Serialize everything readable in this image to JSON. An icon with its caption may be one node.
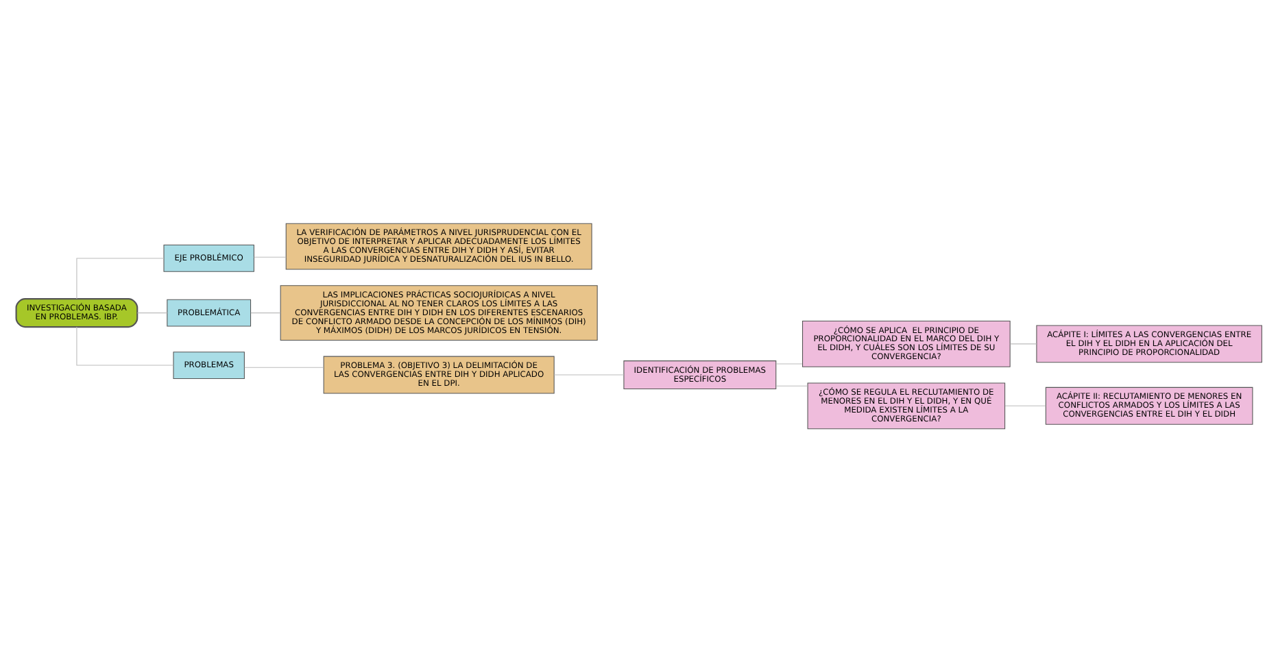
{
  "diagram": {
    "nodes": [
      {
        "text": [
          "INVESTIGACIÓN BASADA EN PROBLEMAS. IBP."
        ]
      },
      {
        "text": [
          "EJE PROBLÉMICO"
        ]
      },
      {
        "text": [
          "PROBLEMÁTICA"
        ]
      },
      {
        "text": [
          "PROBLEMAS"
        ]
      },
      {
        "text": [
          "LA VERIFICACIÓN DE PARÁMETROS A NIVEL JURISPRUDENCIAL CON EL OBJETIVO DE INTERPRETAR Y APLICAR ADECUADAMENTE LOS LÍMITES A LAS CONVERGENCIAS ENTRE DIH Y DIDH Y ASÍ, EVITAR INSEGURIDAD JURÍDICA Y DESNATURALIZACIÓN DEL IUS IN BELLO."
        ]
      },
      {
        "text": [
          "LAS IMPLICACIONES PRÁCTICAS SOCIOJURÍDICAS A NIVEL JURISDICCIONAL AL NO TENER CLAROS LOS LÍMITES A LAS CONVERGENCIAS ENTRE DIH Y DIDH EN LOS DIFERENTES ESCENARIOS DE CONFLICTO ARMADO DESDE LA CONCEPCIÓN DE LOS MÍNIMOS (DIH) Y MÁXIMOS (DIDH) DE LOS MARCOS JURÍDICOS EN TENSIÓN."
        ]
      },
      {
        "text": [
          "PROBLEMA 3. (OBJETIVO 3) LA DELIMITACIÓN DE LAS CONVERGENCIAS ENTRE DIH Y DIDH APLICADO EN EL DPI."
        ]
      },
      {
        "text": [
          "IDENTIFICACIÓN DE PROBLEMAS ESPECÍFICOS"
        ]
      },
      {
        "text": [
          "¿CÓMO SE APLICA  EL PRINCIPIO DE PROPORCIONALIDAD EN EL MARCO DEL DIH Y EL DIDH, Y CUÁLES SON LOS LÍMITES DE SU CONVERGENCIA?"
        ]
      },
      {
        "text": [
          "¿CÓMO SE REGULA EL RECLUTAMIENTO DE MENORES EN EL DIH Y EL DIDH, Y EN QUÉ MEDIDA EXISTEN LÍMITES A LA CONVERGENCIA?"
        ]
      },
      {
        "text": [
          "ACÁPITE I: LÍMITES A LAS CONVERGENCIAS ENTRE EL DIH Y EL DIDH EN LA APLICACIÓN DEL PRINCIPIO DE PROPORCIONALIDAD"
        ]
      },
      {
        "text": [
          "ACÁPITE II: RECLUTAMIENTO DE MENORES EN CONFLICTOS ARMADOS Y LOS LÍMITES A LAS CONVERGENCIAS ENTRE EL DIH Y EL DIDH"
        ]
      }
    ],
    "edges": [
      {
        "from": 0,
        "to": 1,
        "arrow": "none"
      },
      {
        "from": 0,
        "to": 2,
        "arrow": "none"
      },
      {
        "from": 0,
        "to": 3,
        "arrow": "none"
      },
      {
        "from": 1,
        "to": 4,
        "arrow": "none"
      },
      {
        "from": 2,
        "to": 5,
        "arrow": "none"
      },
      {
        "from": 3,
        "to": 6,
        "arrow": "none"
      },
      {
        "from": 6,
        "to": 7,
        "arrow": "none"
      },
      {
        "from": 7,
        "to": 8,
        "arrow": "none"
      },
      {
        "from": 7,
        "to": 9,
        "arrow": "none"
      },
      {
        "from": 8,
        "to": 10,
        "arrow": "none"
      },
      {
        "from": 9,
        "to": 11,
        "arrow": "none"
      }
    ]
  }
}
